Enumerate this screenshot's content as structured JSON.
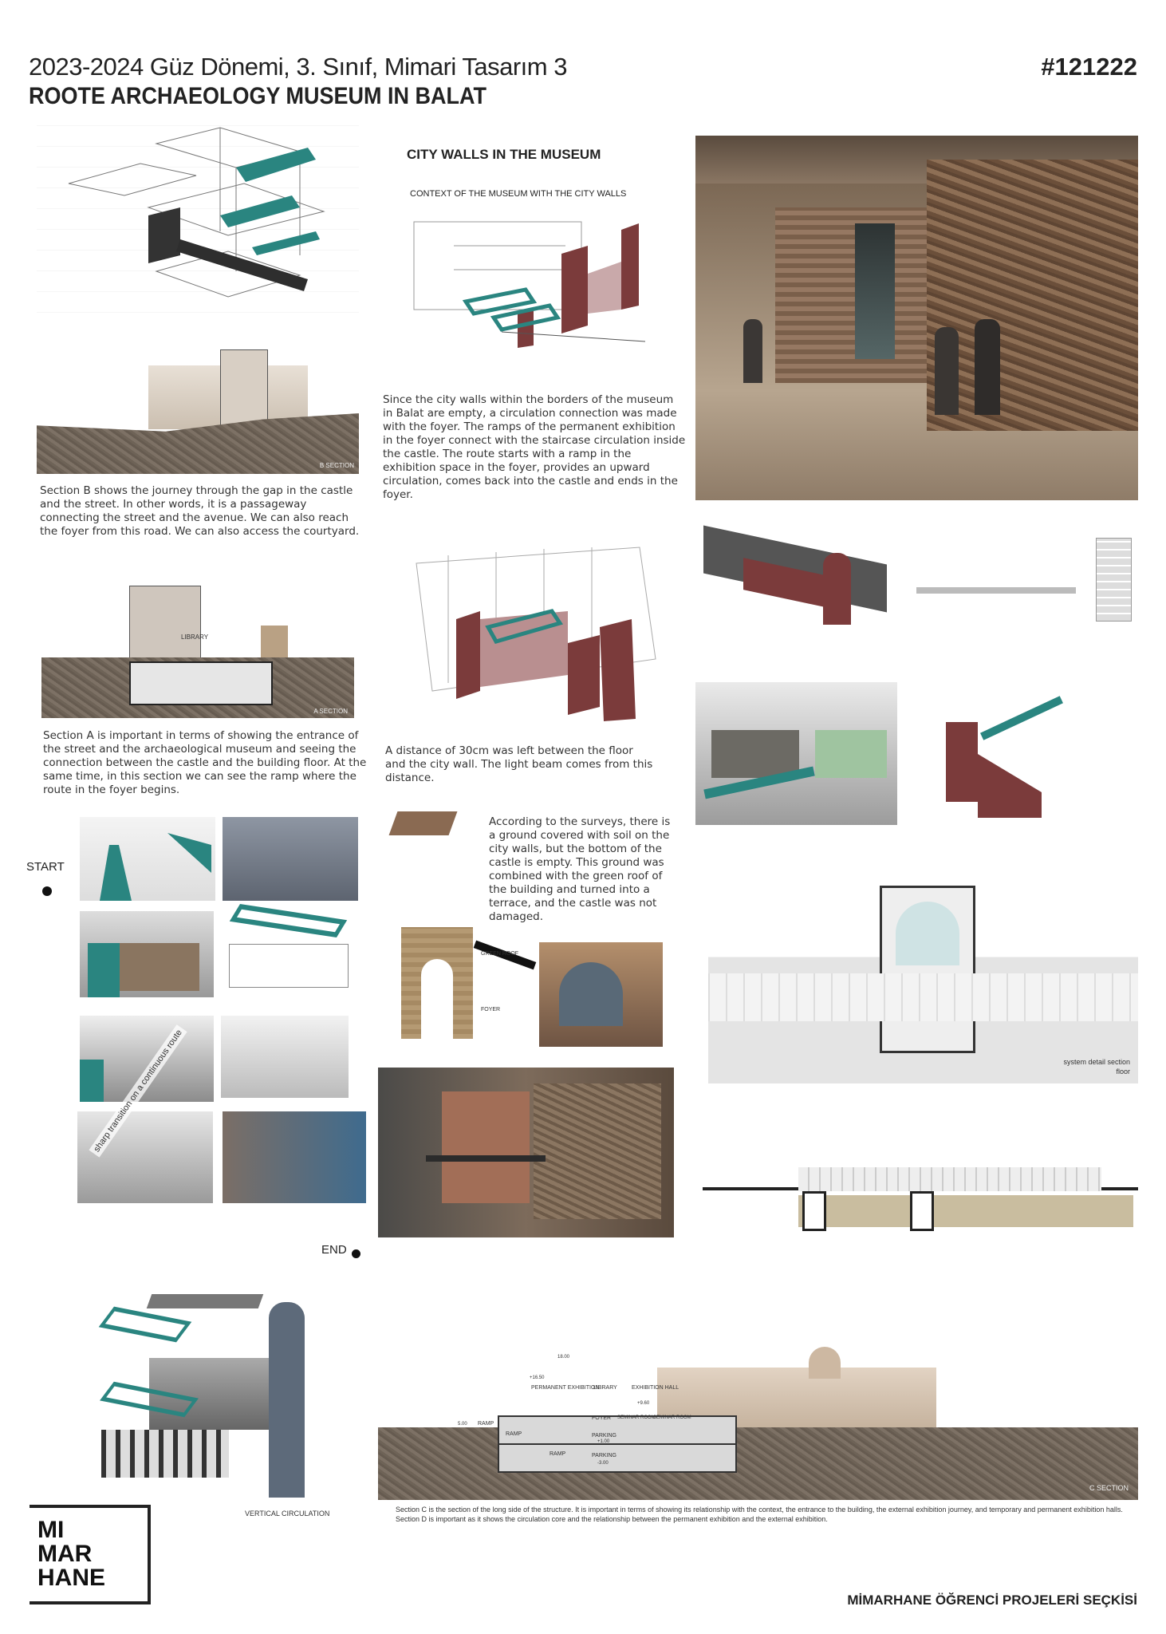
{
  "header": {
    "subtitle": "2023-2024 Güz Dönemi, 3. Sınıf, Mimari Tasarım 3",
    "title": "ROOTE ARCHAEOLOGY MUSEUM IN BALAT",
    "project_id": "#121222"
  },
  "city_walls": {
    "heading": "CITY WALLS IN THE MUSEUM",
    "subheading": "CONTEXT OF THE MUSEUM WITH THE CITY WALLS",
    "paragraph": "Since the city walls within the borders of the museum in Balat are empty, a circulation connection was made with the foyer. The ramps of the permanent exhibition in the foyer connect with the staircase circulation inside the castle. The route starts with a ramp in the exhibition space in the foyer, provides an upward circulation, comes back into the castle and ends in the foyer."
  },
  "section_b": {
    "label": "B SECTION",
    "text": "Section B shows the journey through the gap in the castle and the street. In other words, it is a passageway connecting the street and the avenue. We can also reach the foyer from this road. We can also access the courtyard."
  },
  "section_a": {
    "label": "A SECTION",
    "room": "LIBRARY",
    "text": "Section A is important in terms of showing the entrance of the street and the archaeological museum and seeing the connection between the castle and the building floor. At the same time, in this section we can see the ramp where the route in the foyer begins."
  },
  "distance_note": "A distance of 30cm was left between the floor and the city wall. The light beam comes from this distance.",
  "survey_note": "According to the surveys, there is a ground covered with soil on the city walls, but the bottom of the castle is empty. This ground was combined with the green roof of the building and turned into a terrace, and the castle was not damaged.",
  "tower_labels": {
    "green_roof": "GREEN ROOF",
    "foyer": "FOYER"
  },
  "journey": {
    "start": "START",
    "end": "END",
    "route_caption": "sharp transition on a continuous route"
  },
  "system_detail": {
    "line1": "system detail section",
    "line2": "floor"
  },
  "vertical_circulation": "VERTICAL CIRCULATION",
  "section_c": {
    "label": "C SECTION",
    "rooms": [
      "PERMANENT EXHIBITION",
      "LIBRARY",
      "EXHIBITION HALL",
      "FOYER",
      "SEMINAR ROOM",
      "SEMINAR ROOM",
      "RAMP",
      "RAMP",
      "RAMP",
      "PARKING",
      "PARKING"
    ],
    "levels": [
      "18.00",
      "+16.50",
      "+9.60",
      "5.00",
      "+1.00",
      "-3.00"
    ],
    "text": "Section C is the section of the long side of the structure. It is important in terms of showing its relationship with the context, the entrance to the building, the external exhibition journey, and temporary and permanent exhibition halls. Section D is important as it shows the circulation core and the relationship between the permanent exhibition and the external exhibition."
  },
  "logo": {
    "line1": "MI",
    "line2": "MAR",
    "line3": "HANE"
  },
  "footer": "MİMARHANE ÖĞRENCİ PROJELERİ SEÇKİSİ",
  "colors": {
    "teal": "#2a8580",
    "maroon": "#7b3b3b",
    "stone": "#8a6a52"
  }
}
